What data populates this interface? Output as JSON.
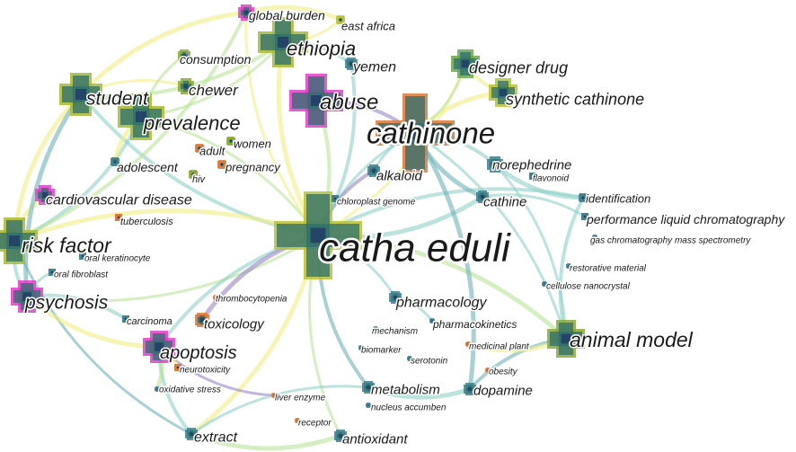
{
  "nodes": [
    {
      "id": "catha-eduli",
      "label": "catha eduli",
      "size": "xl",
      "color": "#b7c23a"
    },
    {
      "id": "cathinone",
      "label": "cathinone",
      "size": "l",
      "color": "#d9783a"
    },
    {
      "id": "abuse",
      "label": "abuse",
      "size": "m",
      "color": "#e040c8"
    },
    {
      "id": "ethiopia",
      "label": "ethiopia",
      "size": "m",
      "color": "#a8b935"
    },
    {
      "id": "prevalence",
      "label": "prevalence",
      "size": "m",
      "color": "#a8b935"
    },
    {
      "id": "student",
      "label": "student",
      "size": "m",
      "color": "#a8b935"
    },
    {
      "id": "risk-factor",
      "label": "risk factor",
      "size": "m",
      "color": "#a8b935"
    },
    {
      "id": "psychosis",
      "label": "psychosis",
      "size": "s",
      "color": "#e040c8"
    },
    {
      "id": "apoptosis",
      "label": "apoptosis",
      "size": "s",
      "color": "#e040c8"
    },
    {
      "id": "animal-model",
      "label": "animal model",
      "size": "m",
      "color": "#8aa83a"
    },
    {
      "id": "designer-drug",
      "label": "designer drug",
      "size": "s",
      "color": "#6aa84f"
    },
    {
      "id": "synthetic-cathinone",
      "label": "synthetic cathinone",
      "size": "s",
      "color": "#b7c23a"
    },
    {
      "id": "global-burden",
      "label": "global burden",
      "size": "xs",
      "color": "#e040c8"
    },
    {
      "id": "east-africa",
      "label": "east africa",
      "size": "xs",
      "color": "#b7c23a"
    },
    {
      "id": "consumption",
      "label": "consumption",
      "size": "xs",
      "color": "#8aa83a"
    },
    {
      "id": "yemen",
      "label": "yemen",
      "size": "xs",
      "color": "#3f7f8c"
    },
    {
      "id": "chewer",
      "label": "chewer",
      "size": "xs",
      "color": "#8aa83a"
    },
    {
      "id": "adult",
      "label": "adult",
      "size": "xs",
      "color": "#d9783a"
    },
    {
      "id": "women",
      "label": "women",
      "size": "xs",
      "color": "#8aa83a"
    },
    {
      "id": "adolescent",
      "label": "adolescent",
      "size": "xs",
      "color": "#3f7f8c"
    },
    {
      "id": "pregnancy",
      "label": "pregnancy",
      "size": "xs",
      "color": "#d9783a"
    },
    {
      "id": "hiv",
      "label": "hiv",
      "size": "xs",
      "color": "#8aa83a"
    },
    {
      "id": "alkaloid",
      "label": "alkaloid",
      "size": "xs",
      "color": "#3f7f8c"
    },
    {
      "id": "norephedrine",
      "label": "norephedrine",
      "size": "xs",
      "color": "#3f7f8c"
    },
    {
      "id": "flavonoid",
      "label": "flavonoid",
      "size": "xs",
      "color": "#3f7f8c"
    },
    {
      "id": "cardiovascular-disease",
      "label": "cardiovascular disease",
      "size": "xs",
      "color": "#e040c8"
    },
    {
      "id": "chloroplast-genome",
      "label": "chloroplast genome",
      "size": "xs",
      "color": "#3f7f8c"
    },
    {
      "id": "cathine",
      "label": "cathine",
      "size": "xs",
      "color": "#3f7f8c"
    },
    {
      "id": "identification",
      "label": "identification",
      "size": "xs",
      "color": "#3f7f8c"
    },
    {
      "id": "tuberculosis",
      "label": "tuberculosis",
      "size": "xs",
      "color": "#d9783a"
    },
    {
      "id": "performance-liquid-chromatography",
      "label": "performance liquid chromatography",
      "size": "xs",
      "color": "#3f7f8c"
    },
    {
      "id": "gcms",
      "label": "gas chromatography mass spectrometry",
      "size": "xs",
      "color": "#3f7f8c"
    },
    {
      "id": "oral-keratinocyte",
      "label": "oral keratinocyte",
      "size": "xs",
      "color": "#3f7f8c"
    },
    {
      "id": "oral-fibroblast",
      "label": "oral fibroblast",
      "size": "xs",
      "color": "#3f7f8c"
    },
    {
      "id": "restorative-material",
      "label": "restorative material",
      "size": "xs",
      "color": "#3f7f8c"
    },
    {
      "id": "cellulose-nanocrystal",
      "label": "cellulose nanocrystal",
      "size": "xs",
      "color": "#3f7f8c"
    },
    {
      "id": "thrombocytopenia",
      "label": "thrombocytopenia",
      "size": "xs",
      "color": "#d9783a"
    },
    {
      "id": "pharmacology",
      "label": "pharmacology",
      "size": "xs",
      "color": "#3f7f8c"
    },
    {
      "id": "carcinoma",
      "label": "carcinoma",
      "size": "xs",
      "color": "#3f7f8c"
    },
    {
      "id": "toxicology",
      "label": "toxicology",
      "size": "xs",
      "color": "#d9783a"
    },
    {
      "id": "mechanism",
      "label": "mechanism",
      "size": "xs",
      "color": "#3f7f8c"
    },
    {
      "id": "pharmacokinetics",
      "label": "pharmacokinetics",
      "size": "xs",
      "color": "#3f7f8c"
    },
    {
      "id": "biomarker",
      "label": "biomarker",
      "size": "xs",
      "color": "#3f7f8c"
    },
    {
      "id": "medicinal-plant",
      "label": "medicinal plant",
      "size": "xs",
      "color": "#d9783a"
    },
    {
      "id": "serotonin",
      "label": "serotonin",
      "size": "xs",
      "color": "#3f7f8c"
    },
    {
      "id": "neurotoxicity",
      "label": "neurotoxicity",
      "size": "xs",
      "color": "#d9783a"
    },
    {
      "id": "obesity",
      "label": "obesity",
      "size": "xs",
      "color": "#d9783a"
    },
    {
      "id": "metabolism",
      "label": "metabolism",
      "size": "xs",
      "color": "#3f7f8c"
    },
    {
      "id": "dopamine",
      "label": "dopamine",
      "size": "xs",
      "color": "#3f7f8c"
    },
    {
      "id": "oxidative-stress",
      "label": "oxidative stress",
      "size": "xs",
      "color": "#3f7f8c"
    },
    {
      "id": "liver-enzyme",
      "label": "liver enzyme",
      "size": "xs",
      "color": "#d9783a"
    },
    {
      "id": "nucleus-accumben",
      "label": "nucleus accumben",
      "size": "xs",
      "color": "#3f7f8c"
    },
    {
      "id": "receptor",
      "label": "receptor",
      "size": "xs",
      "color": "#d9783a"
    },
    {
      "id": "extract",
      "label": "extract",
      "size": "xs",
      "color": "#3f7f8c"
    },
    {
      "id": "antioxidant",
      "label": "antioxidant",
      "size": "xs",
      "color": "#3f7f8c"
    }
  ],
  "edge_colors": [
    "#8fd0c8",
    "#f2ee86",
    "#b9e39a",
    "#9a86c7",
    "#6fb3b8"
  ]
}
